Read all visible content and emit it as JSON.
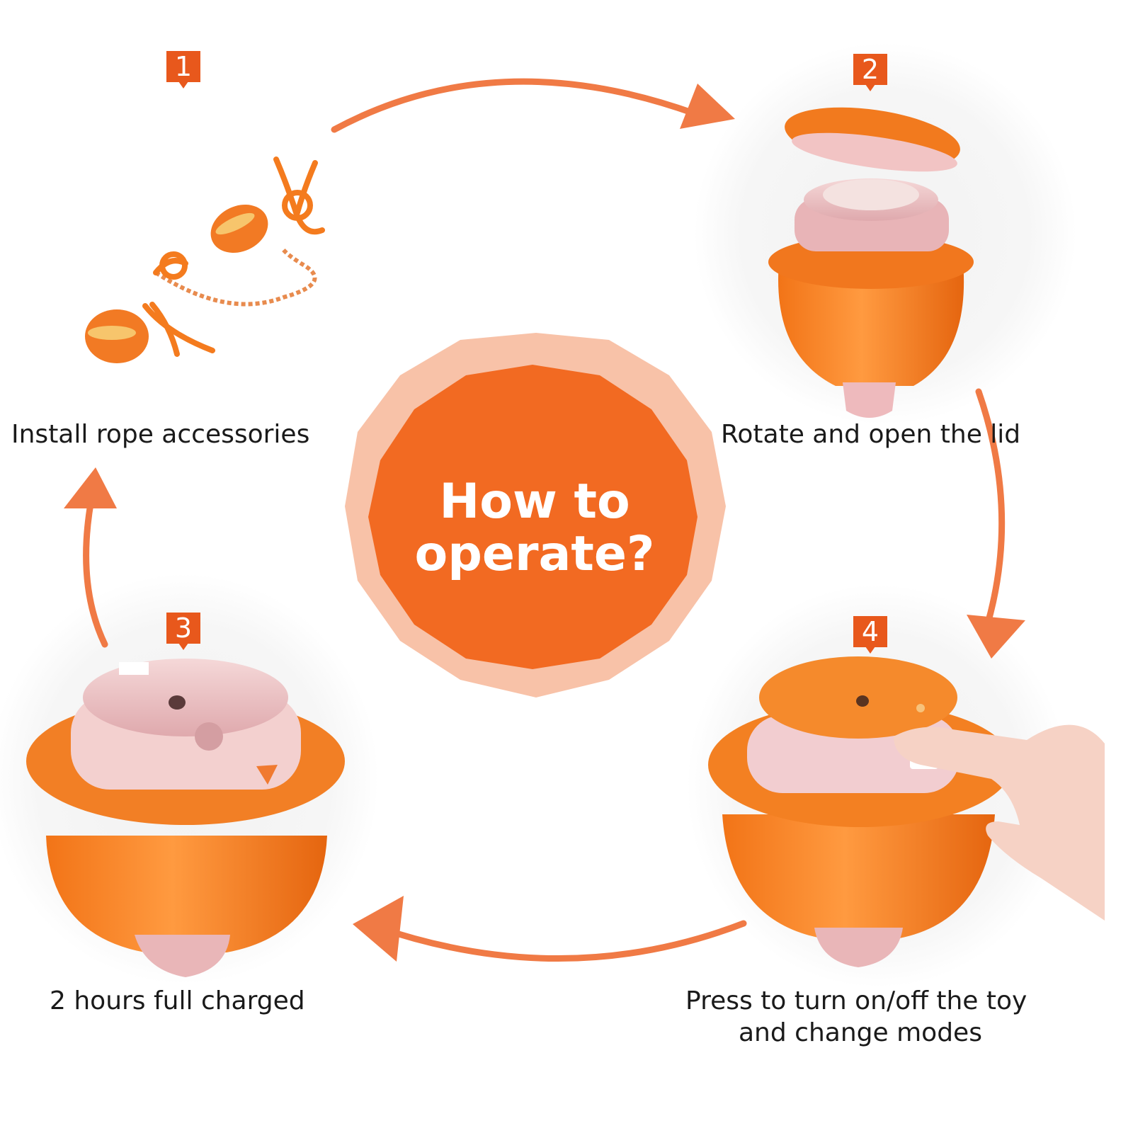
{
  "center": {
    "line1": "How to",
    "line2": "operate?"
  },
  "steps": [
    {
      "number": "1",
      "caption": "Install rope accessories"
    },
    {
      "number": "2",
      "caption": "Rotate and open the lid"
    },
    {
      "number": "3",
      "caption": "2 hours full charged"
    },
    {
      "number": "4",
      "caption_line1": "Press to turn on/off the toy",
      "caption_line2": "and change modes"
    }
  ],
  "colors": {
    "accent": "#e8581c",
    "arrow": "#f07a45",
    "halo": "#f8c2a8",
    "toy_orange": "#f5822a",
    "toy_pink": "#eec2c4"
  }
}
